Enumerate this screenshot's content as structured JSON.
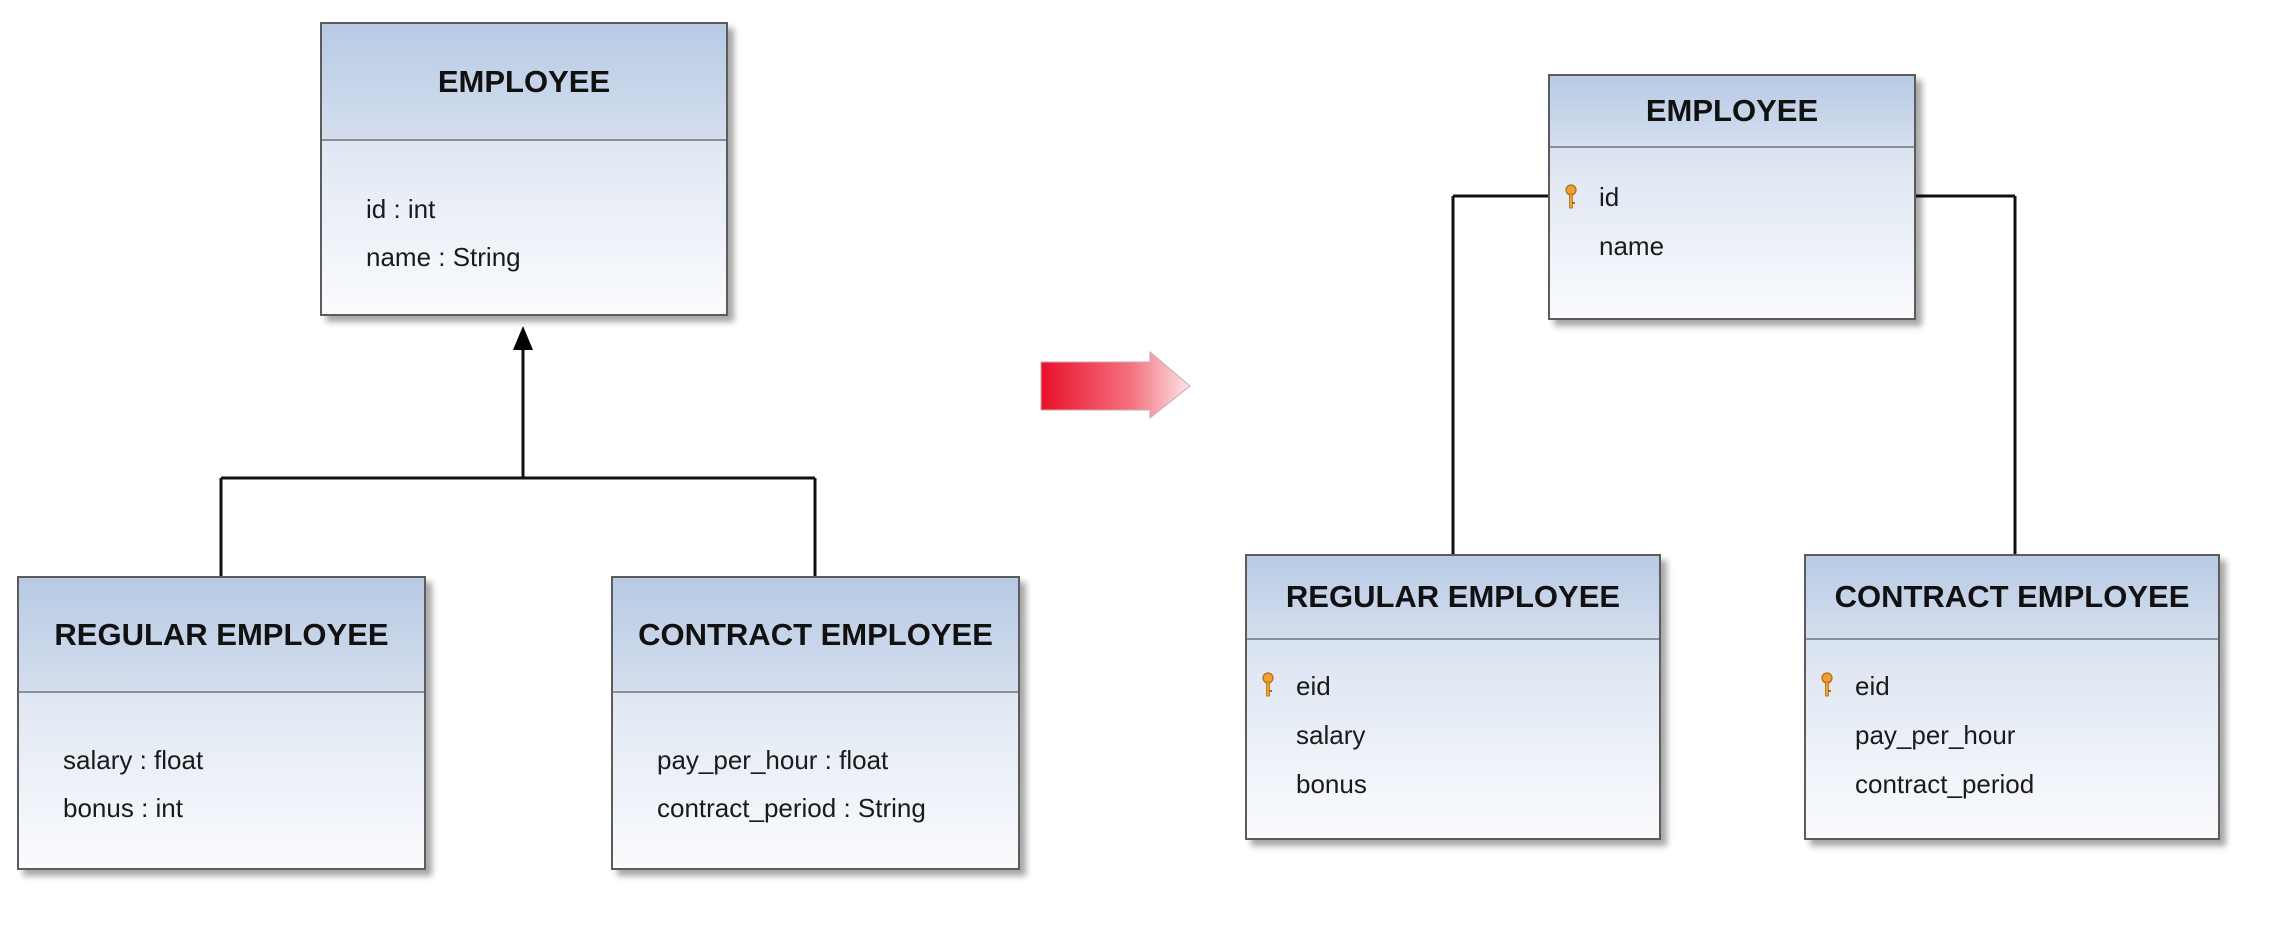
{
  "left": {
    "employee": {
      "title": "EMPLOYEE",
      "attrs": [
        "id : int",
        "name : String"
      ]
    },
    "regular": {
      "title": "REGULAR EMPLOYEE",
      "attrs": [
        "salary : float",
        "bonus : int"
      ]
    },
    "contract": {
      "title": "CONTRACT EMPLOYEE",
      "attrs": [
        "pay_per_hour : float",
        "contract_period : String"
      ]
    }
  },
  "right": {
    "employee": {
      "title": "EMPLOYEE",
      "attrs": [
        "id",
        "name"
      ],
      "key_attr": "id"
    },
    "regular": {
      "title": "REGULAR EMPLOYEE",
      "attrs": [
        "eid",
        "salary",
        "bonus"
      ],
      "key_attr": "eid"
    },
    "contract": {
      "title": "CONTRACT EMPLOYEE",
      "attrs": [
        "eid",
        "pay_per_hour",
        "contract_period"
      ],
      "key_attr": "eid"
    }
  },
  "icons": {
    "key": "key-icon",
    "arrow": "right-arrow-icon",
    "inheritance": "inheritance-arrowhead-icon"
  },
  "colors": {
    "header": "#b8cae4",
    "key": "#f0a030",
    "arrow": "#e8102a"
  }
}
